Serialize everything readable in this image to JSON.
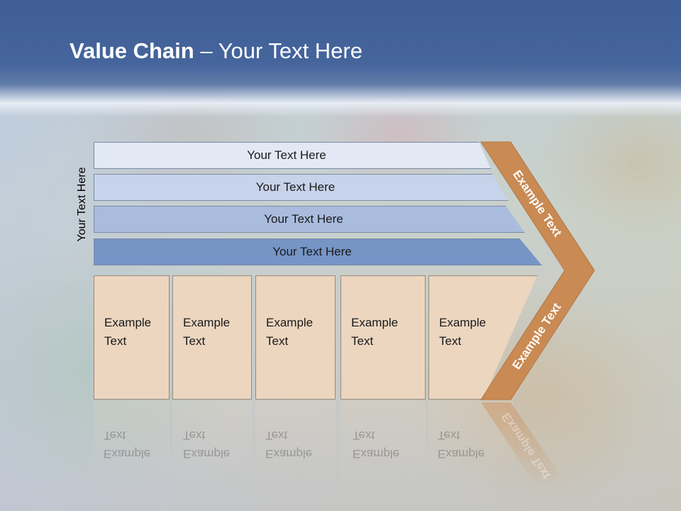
{
  "slide": {
    "title_bold": "Value Chain",
    "title_rest": " – Your Text Here",
    "side_label": "Your Text Here"
  },
  "bars": [
    {
      "label": "Your Text Here"
    },
    {
      "label": "Your Text Here"
    },
    {
      "label": "Your Text Here"
    },
    {
      "label": "Your Text Here"
    }
  ],
  "boxes": [
    {
      "line1": "Example",
      "line2": "Text"
    },
    {
      "line1": "Example",
      "line2": "Text"
    },
    {
      "line1": "Example",
      "line2": "Text"
    },
    {
      "line1": "Example",
      "line2": "Text"
    },
    {
      "line1": "Example",
      "line2": "Text"
    }
  ],
  "chevron": {
    "upper_label": "Example Text",
    "lower_label": "Example Text"
  },
  "colors": {
    "header": "#45659c",
    "chevron": "#c98a53",
    "box_fill": "#ecd6c0",
    "bar_fills": [
      "#e2e9f5",
      "#c7d3ea",
      "#a9bcde",
      "#7694c6"
    ]
  }
}
